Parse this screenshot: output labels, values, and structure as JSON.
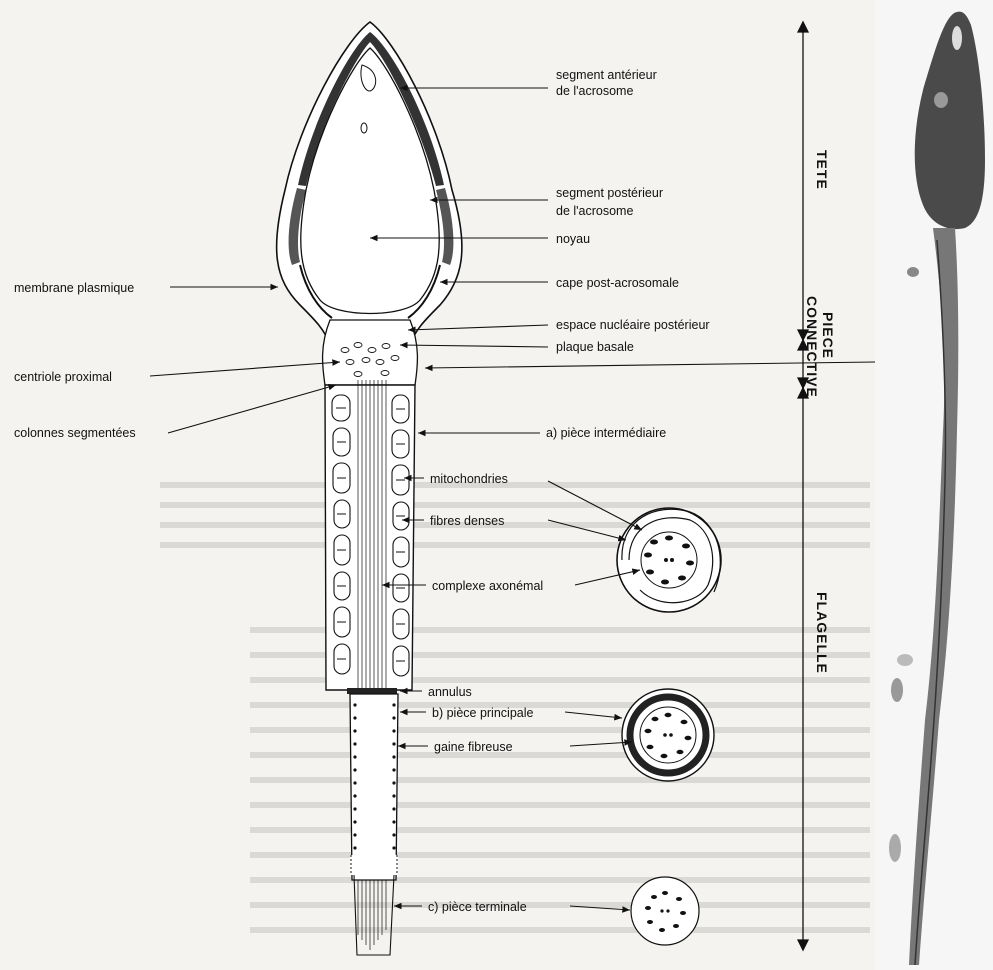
{
  "labels": {
    "acro_ant_1": "segment antérieur",
    "acro_ant_2": "de l'acrosome",
    "acro_post_1": "segment postérieur",
    "acro_post_2": "de l'acrosome",
    "noyau": "noyau",
    "cape": "cape post-acrosomale",
    "membrane": "membrane plasmique",
    "espace": "espace nucléaire postérieur",
    "plaque": "plaque basale",
    "centriole": "centriole proximal",
    "colonnes": "colonnes segmentées",
    "piece_inter": "a) pièce intermédiaire",
    "mito": "mitochondries",
    "fibres": "fibres denses",
    "axonemal": "complexe axonémal",
    "annulus": "annulus",
    "piece_princ": "b) pièce principale",
    "gaine": "gaine fibreuse",
    "piece_term": "c) pièce terminale"
  },
  "sections": {
    "tete": "TETE",
    "piece_1": "PIECE",
    "piece_2": "CONNECTIVE",
    "flagelle": "FLAGELLE"
  },
  "colors": {
    "ink": "#111111",
    "acrosome_dark": "#3a3a3a",
    "photo_head": "#4a4a4a"
  }
}
